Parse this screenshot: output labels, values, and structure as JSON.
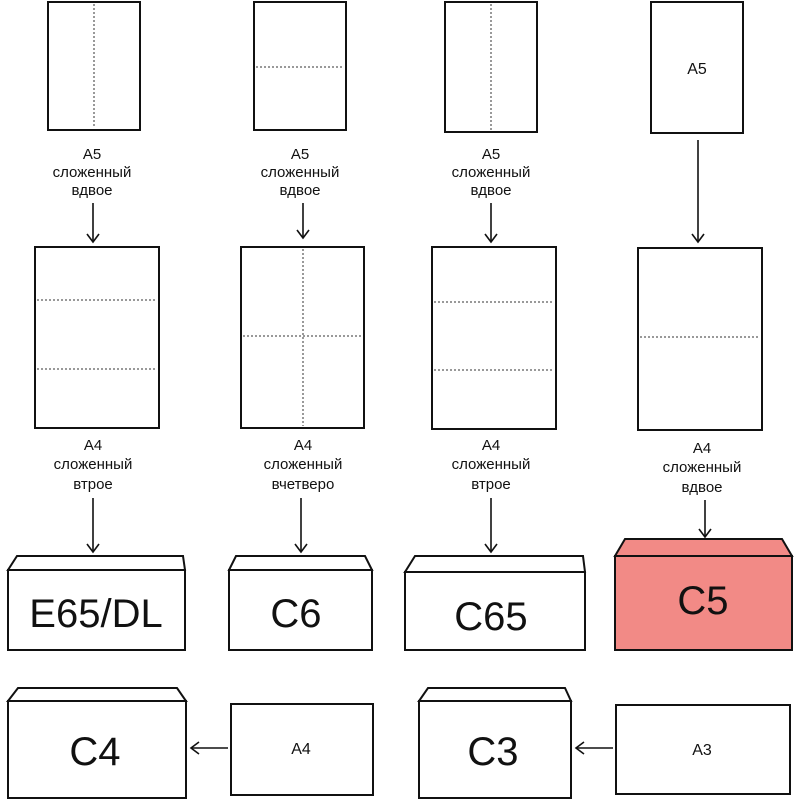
{
  "columns": [
    {
      "top_caption": [
        "A5",
        "сложенный",
        "вдвое"
      ],
      "mid_caption": [
        "A4",
        "сложенный",
        "втрое"
      ],
      "envelope_label": "E65/DL"
    },
    {
      "top_caption": [
        "A5",
        "сложенный",
        "вдвое"
      ],
      "mid_caption": [
        "A4",
        "сложенный",
        "вчетверо"
      ],
      "envelope_label": "C6"
    },
    {
      "top_caption": [
        "A5",
        "сложенный",
        "вдвое"
      ],
      "mid_caption": [
        "A4",
        "сложенный",
        "втрое"
      ],
      "envelope_label": "C65"
    },
    {
      "top_sheet_label": "A5",
      "mid_caption": [
        "A4",
        "сложенный",
        "вдвое"
      ],
      "envelope_label": "C5"
    }
  ],
  "bottom_pairs": [
    {
      "sheet_label": "A4",
      "envelope_label": "C4"
    },
    {
      "sheet_label": "A3",
      "envelope_label": "C3"
    }
  ],
  "colors": {
    "highlight_envelope": "#f28a86",
    "default_envelope": "#ffffff",
    "line": "#111111"
  }
}
